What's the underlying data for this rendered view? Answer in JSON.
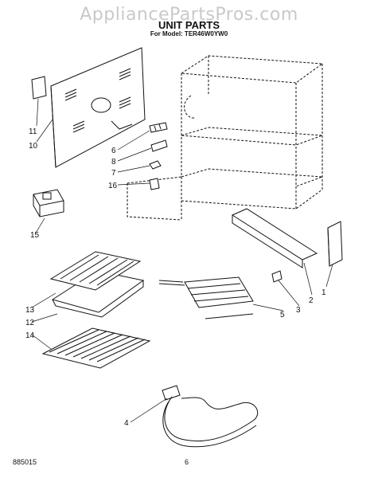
{
  "watermark": "AppliancePartsPros.com",
  "header": {
    "title": "UNIT PARTS",
    "model_line": "For Model: TER46W0YW0"
  },
  "callouts": {
    "c1": "1",
    "c2": "2",
    "c3": "3",
    "c4": "4",
    "c5": "5",
    "c6": "6",
    "c7": "7",
    "c8": "8",
    "c10": "10",
    "c11": "11",
    "c12": "12",
    "c13": "13",
    "c14": "14",
    "c15": "15",
    "c16": "16"
  },
  "footer": {
    "doc_number": "885015",
    "page_number": "6"
  }
}
